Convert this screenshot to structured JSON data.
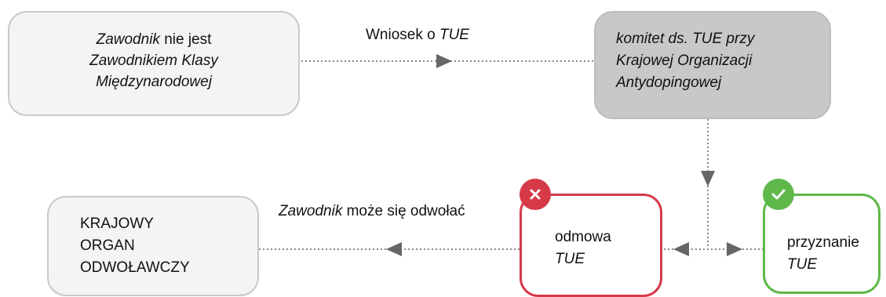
{
  "athlete_box": {
    "line1_italic": "Zawodnik",
    "line1_rest": " nie jest",
    "line2": "Zawodnikiem  Klasy",
    "line3": "Międzynarodowej"
  },
  "request_label": {
    "prefix": "Wniosek o ",
    "italic": "TUE"
  },
  "committee_box": {
    "line1": "komitet ds. TUE przy",
    "line2": "Krajowej  Organizacji",
    "line3": "Antydopingowej"
  },
  "appeal_label": {
    "italic": "Zawodnik",
    "rest": " może się odwołać"
  },
  "appeal_box": {
    "line1": "KRAJOWY",
    "line2": "ORGAN",
    "line3": "ODWOŁAWCZY"
  },
  "denial_box": {
    "line1": "odmowa",
    "line2": "TUE",
    "badge_icon": "close-icon",
    "color": "#d63a49"
  },
  "grant_box": {
    "line1": "przyznanie",
    "line2": "TUE",
    "badge_icon": "check-icon",
    "color": "#5fb84a"
  },
  "colors": {
    "connector": "#888888",
    "arrow": "#666666",
    "light_box": "#f4f4f4",
    "committee_fill": "#c8c8c8"
  }
}
